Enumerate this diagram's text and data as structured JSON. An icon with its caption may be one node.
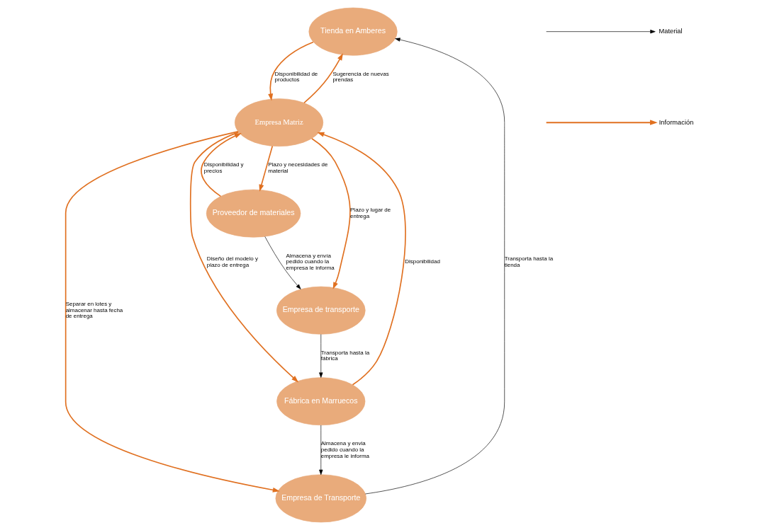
{
  "diagram": {
    "nodes": [
      {
        "text": [
          "Tienda en Amberes"
        ]
      },
      {
        "text": [
          "Proveedor de materiales"
        ]
      },
      {
        "text": [
          "Empresa de Transporte"
        ]
      },
      {
        "text": [
          "Empresa Matriz"
        ]
      },
      {
        "text": [
          "Fábrica en Marruecos"
        ]
      },
      {
        "text": [
          "Empresa de transporte"
        ]
      }
    ],
    "edges": [
      {
        "from": 2,
        "to": 0,
        "arrow": "to",
        "label": "Transporta hasta la tienda",
        "color": "#000000"
      },
      {
        "from": 0,
        "to": 3,
        "arrow": "to",
        "label": "Disponibilidad de productos"
      },
      {
        "from": 3,
        "to": 0,
        "arrow": "to",
        "label": "Sugerencia de nuevas prendas"
      },
      {
        "from": 1,
        "to": 3,
        "arrow": "to",
        "label": "Disponibilidad y precios"
      },
      {
        "from": 3,
        "to": 1,
        "arrow": "to",
        "label": "Plazo y necesidades de material"
      },
      {
        "from": 3,
        "to": 2,
        "arrow": "to",
        "label": "Separar en lotes y almacenar hasta fecha de entrega"
      },
      {
        "from": 4,
        "to": 2,
        "arrow": "to",
        "label": "Almacena y envia pedido cuando la empresa le informa",
        "color": "#000000"
      },
      {
        "from": 4,
        "to": 3,
        "arrow": "to",
        "label": "Disponibilidad"
      },
      {
        "from": 3,
        "to": 4,
        "arrow": "to",
        "label": "Diseño del modelo y plazo de entrega"
      },
      {
        "from": 3,
        "to": 5,
        "arrow": "to",
        "label": "Plazo y lugar de entrega"
      },
      {
        "from": 1,
        "to": 5,
        "arrow": "to",
        "label": "Almacena y envía pedido cuando la empresa le informa",
        "color": "#000000"
      },
      {
        "from": 5,
        "to": 4,
        "arrow": "to",
        "label": "Transporta hasta la fábrica",
        "color": "#000000"
      }
    ],
    "legend": [
      {
        "text": "Material"
      },
      {
        "text": "Información"
      }
    ]
  }
}
